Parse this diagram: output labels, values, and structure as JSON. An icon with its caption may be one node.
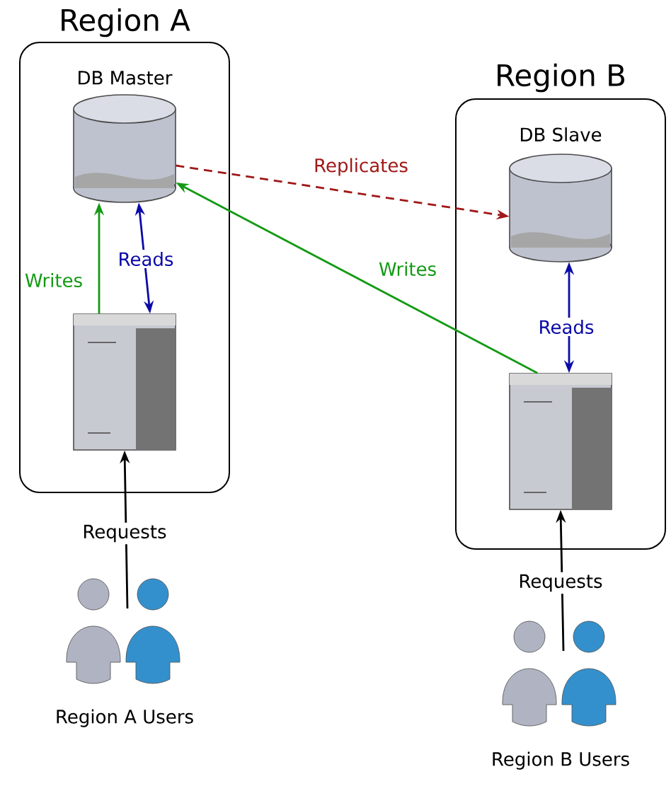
{
  "diagram": {
    "nodes": [
      {
        "text": [
          "Region A"
        ]
      },
      {
        "text": [
          "DB Master"
        ],
        "in": 0
      },
      {
        "text": [],
        "shape": "server",
        "in": 0
      },
      {
        "text": [
          "Region B"
        ]
      },
      {
        "text": [
          "DB Slave"
        ],
        "in": 3
      },
      {
        "text": [],
        "shape": "server",
        "in": 3
      },
      {
        "text": [
          "Region A Users"
        ]
      },
      {
        "text": [
          "Region B Users"
        ]
      }
    ],
    "edges": [
      {
        "from": 1,
        "to": 4,
        "arrow": "to",
        "label": "Replicates",
        "style": "dashed",
        "color": "#a01818"
      },
      {
        "from": 2,
        "to": 1,
        "arrow": "to",
        "label": "Writes",
        "color": "#139a13"
      },
      {
        "from": 1,
        "to": 2,
        "arrow": "both",
        "label": "Reads",
        "color": "#0a0aa8"
      },
      {
        "from": 5,
        "to": 1,
        "arrow": "to",
        "label": "Writes",
        "color": "#139a13"
      },
      {
        "from": 4,
        "to": 5,
        "arrow": "both",
        "label": "Reads",
        "color": "#0a0aa8"
      },
      {
        "from": 6,
        "to": 2,
        "arrow": "to",
        "label": "Requests",
        "color": "#000000"
      },
      {
        "from": 7,
        "to": 5,
        "arrow": "to",
        "label": "Requests",
        "color": "#000000"
      }
    ]
  }
}
